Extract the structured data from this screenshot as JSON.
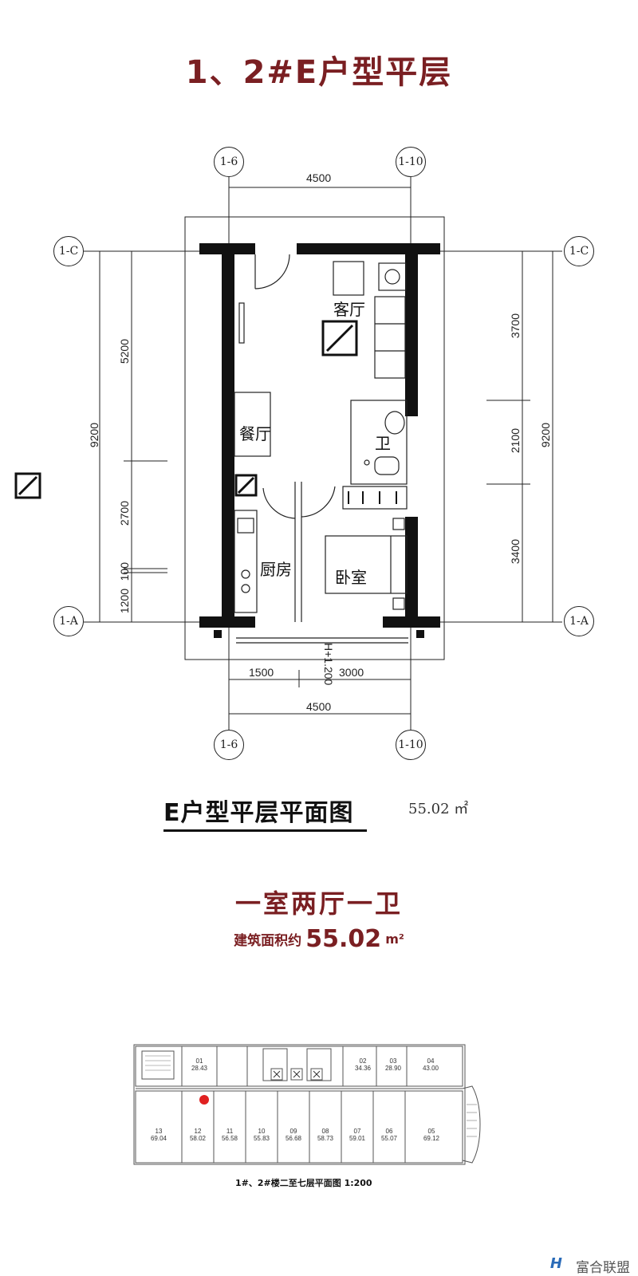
{
  "title": "1、2#E户型平层",
  "plan": {
    "axes": {
      "top_left": "1-6",
      "top_right": "1-10",
      "bottom_left": "1-6",
      "bottom_right": "1-10",
      "left_top": "1-C",
      "left_bottom": "1-A",
      "right_top": "1-C",
      "right_bottom": "1-A"
    },
    "dimensions": {
      "top_width": "4500",
      "bottom_left_seg": "1500",
      "bottom_right_seg": "3000",
      "bottom_total": "4500",
      "left_total": "9200",
      "left_seg1": "5200",
      "left_seg2": "2700",
      "left_seg3": "100",
      "left_seg4": "1200",
      "right_total": "9200",
      "right_seg1": "3700",
      "right_seg2": "2100",
      "right_seg3": "3400",
      "balcony_mark": "H+1.200"
    },
    "rooms": {
      "living": "客厅",
      "dining": "餐厅",
      "bath": "卫",
      "kitchen": "厨房",
      "bedroom": "卧室"
    },
    "caption": "E户型平层平面图",
    "area": "55.02 ㎡"
  },
  "type_summary": {
    "layout": "一室两厅一卫",
    "area_label": "建筑面积约",
    "area_value": "55.02",
    "area_unit": "m²"
  },
  "floor_plan": {
    "units_top": [
      {
        "no": "01",
        "area": "28.43"
      },
      {
        "no": "02",
        "area": "34.36"
      },
      {
        "no": "03",
        "area": "28.90"
      },
      {
        "no": "04",
        "area": "43.00"
      }
    ],
    "units_bottom": [
      {
        "no": "13",
        "area": "69.04"
      },
      {
        "no": "12",
        "area": "58.02"
      },
      {
        "no": "11",
        "area": "56.58"
      },
      {
        "no": "10",
        "area": "55.83"
      },
      {
        "no": "09",
        "area": "56.68"
      },
      {
        "no": "08",
        "area": "58.73"
      },
      {
        "no": "07",
        "area": "59.01"
      },
      {
        "no": "06",
        "area": "55.07"
      },
      {
        "no": "05",
        "area": "69.12"
      }
    ],
    "caption": "1#、2#楼二至七层平面图  1:200",
    "marker_color": "#e02020"
  },
  "brand": {
    "logo": "H",
    "name": "富合联盟"
  }
}
